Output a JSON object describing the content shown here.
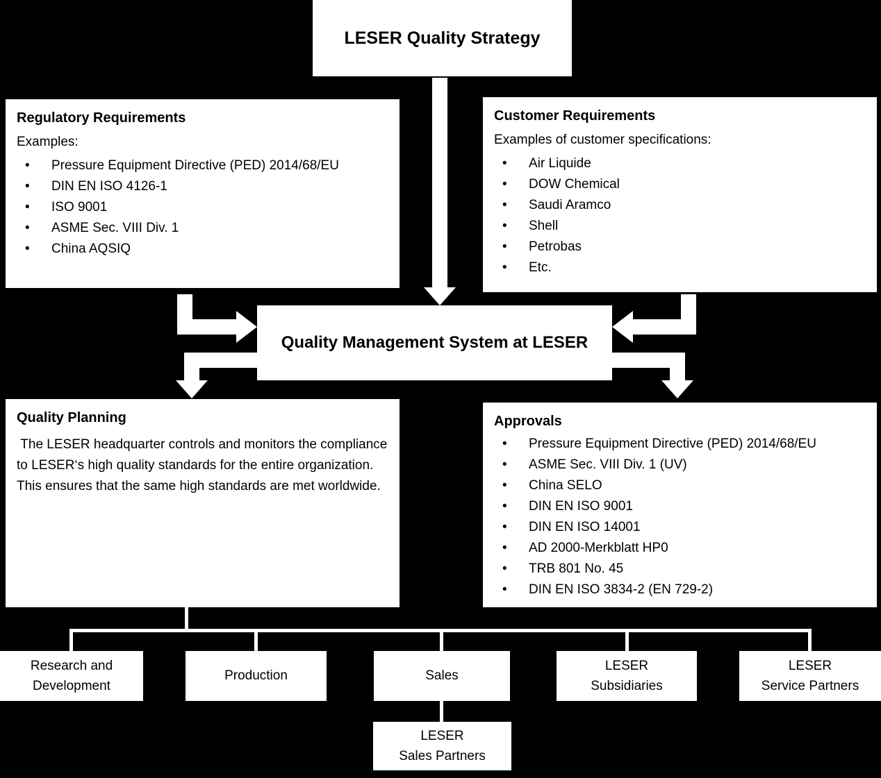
{
  "title_box": {
    "label": "LESER Quality Strategy"
  },
  "qms": {
    "label": "Quality Management System at LESER"
  },
  "regulatory": {
    "title": "Regulatory Requirements",
    "intro": "Examples:",
    "items": [
      "Pressure Equipment Directive (PED) 2014/68/EU",
      "DIN EN ISO 4126-1",
      "ISO 9001",
      "ASME Sec. VIII Div. 1",
      "China AQSIQ"
    ]
  },
  "customer": {
    "title": "Customer Requirements",
    "intro": "Examples of customer specifications:",
    "items": [
      "Air Liquide",
      "DOW Chemical",
      "Saudi Aramco",
      "Shell",
      "Petrobas",
      "Etc."
    ]
  },
  "planning": {
    "title": "Quality Planning",
    "para1": " The LESER headquarter controls and monitors the compliance to LESER‘s high quality standards for the entire organization.",
    "para2": "This ensures that the same high standards are met worldwide."
  },
  "approvals": {
    "title": "Approvals",
    "items": [
      "Pressure Equipment Directive (PED) 2014/68/EU",
      "ASME Sec. VIII Div. 1 (UV)",
      "China SELO",
      "DIN EN ISO 9001",
      "DIN EN ISO 14001",
      "AD 2000-Merkblatt HP0",
      "TRB 801 No. 45",
      "DIN EN ISO 3834-2 (EN 729-2)"
    ]
  },
  "org": {
    "nodes": [
      {
        "lines": [
          "Research and",
          "Development"
        ]
      },
      {
        "lines": [
          "Production",
          ""
        ]
      },
      {
        "lines": [
          "Sales",
          ""
        ]
      },
      {
        "lines": [
          "LESER",
          "Subsidiaries"
        ]
      },
      {
        "lines": [
          "LESER",
          "Service Partners"
        ]
      }
    ],
    "sales_partner": {
      "lines": [
        "LESER",
        "Sales Partners"
      ]
    }
  },
  "colors": {
    "background": "#000000",
    "box": "#ffffff",
    "text": "#000000"
  }
}
